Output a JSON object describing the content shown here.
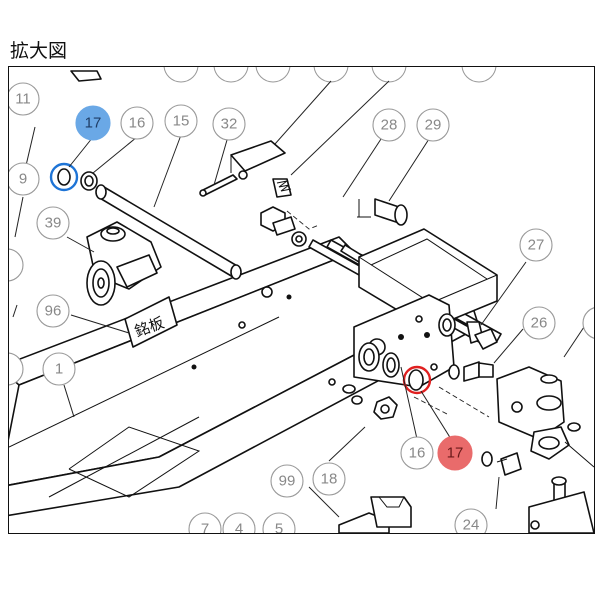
{
  "title": "拡大図",
  "nameplate_text": "銘板",
  "callouts": {
    "c11": "11",
    "c17a": "17",
    "c16a": "16",
    "c15": "15",
    "c32": "32",
    "c28": "28",
    "c29": "29",
    "c9": "9",
    "c39": "39",
    "c27": "27",
    "c96": "96",
    "c26": "26",
    "c1": "1",
    "c16b": "16",
    "c17b": "17",
    "c18": "18",
    "c99": "99",
    "c24": "24",
    "c7": "7",
    "c4": "4",
    "c5": "5"
  },
  "highlight_colors": {
    "blue": "#6aa8e6",
    "red": "#e96b6b"
  }
}
